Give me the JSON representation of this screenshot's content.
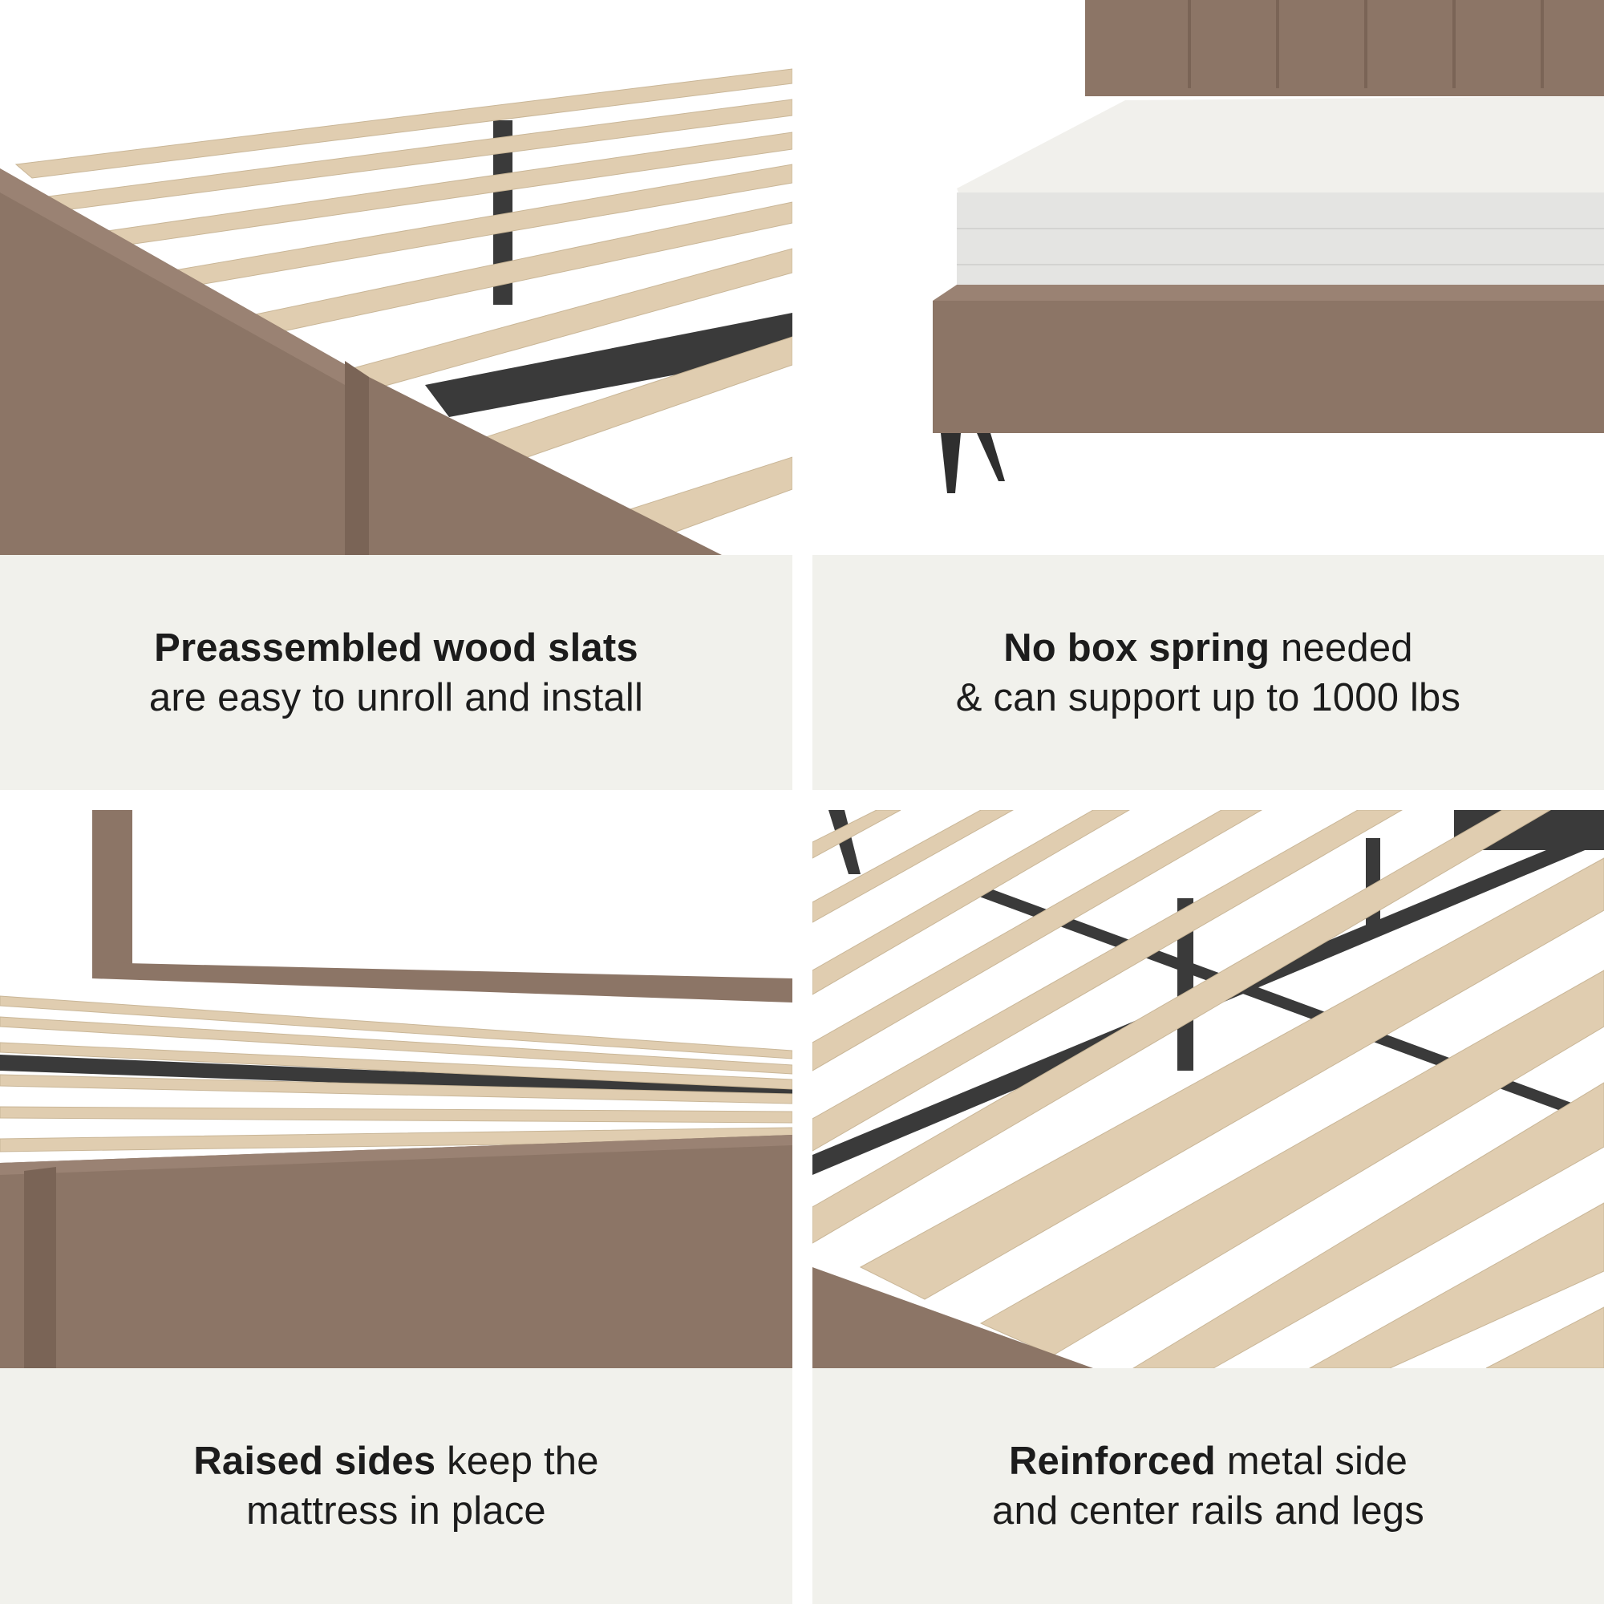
{
  "colors": {
    "fabric": "#8c7566",
    "fabric_dark": "#7a6456",
    "wood_slat": "#e0cdb0",
    "metal": "#3a3a3a",
    "caption_bg": "#f1f1ec",
    "text": "#1c1c1c"
  },
  "tiles": [
    {
      "image": "bed-slats-closeup-image",
      "caption_bold": "Preassembled wood slats",
      "caption_rest": "are easy to unroll and install"
    },
    {
      "image": "bed-with-mattress-image",
      "caption_bold": "No box spring",
      "caption_rest_1": " needed",
      "caption_rest_2": "& can support up to 1000 lbs"
    },
    {
      "image": "raised-sides-image",
      "caption_bold": "Raised sides",
      "caption_rest_1": " keep the",
      "caption_rest_2": "mattress in place"
    },
    {
      "image": "metal-rails-image",
      "caption_bold": "Reinforced",
      "caption_rest_1": " metal side",
      "caption_rest_2": "and center rails and legs"
    }
  ]
}
